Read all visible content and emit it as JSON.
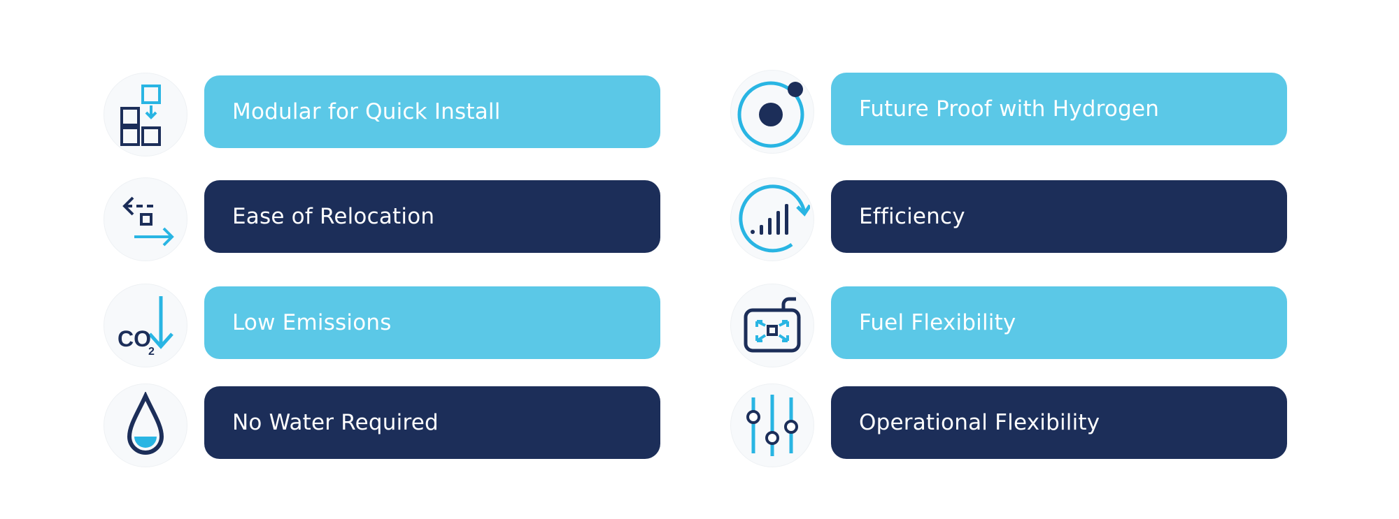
{
  "colors": {
    "light": "#5bc8e7",
    "dark": "#1c2e59",
    "accent": "#29b5e3"
  },
  "features": [
    {
      "label": "Modular for Quick Install",
      "icon": "modular-blocks-icon",
      "style": "light"
    },
    {
      "label": "Ease of Relocation",
      "icon": "relocation-arrows-icon",
      "style": "dark"
    },
    {
      "label": "Low Emissions",
      "icon": "co2-down-icon",
      "style": "light"
    },
    {
      "label": "No Water Required",
      "icon": "water-drop-icon",
      "style": "dark"
    },
    {
      "label": "Future Proof with Hydrogen",
      "icon": "hydrogen-atom-icon",
      "style": "light"
    },
    {
      "label": "Efficiency",
      "icon": "efficiency-signal-icon",
      "style": "dark"
    },
    {
      "label": "Fuel Flexibility",
      "icon": "fuel-flex-icon",
      "style": "light"
    },
    {
      "label": "Operational Flexibility",
      "icon": "sliders-icon",
      "style": "dark"
    }
  ],
  "icon_text": {
    "co2_main": "CO",
    "co2_sub": "2"
  }
}
